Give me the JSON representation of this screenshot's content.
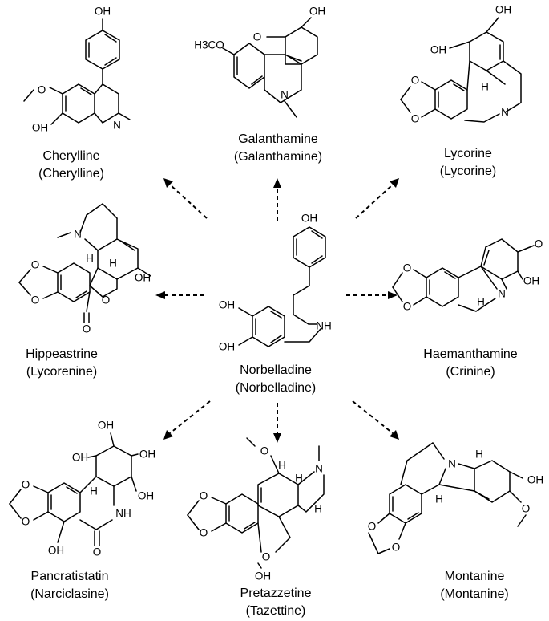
{
  "center": {
    "name": "Norbelladine",
    "type": "(Norbelladine)"
  },
  "compounds": [
    {
      "name": "Cherylline",
      "type": "(Cherylline)"
    },
    {
      "name": "Galanthamine",
      "type": "(Galanthamine)"
    },
    {
      "name": "Lycorine",
      "type": "(Lycorine)"
    },
    {
      "name": "Hippeastrine",
      "type": "(Lycorenine)"
    },
    {
      "name": "Haemanthamine",
      "type": "(Crinine)"
    },
    {
      "name": "Pancratistatin",
      "type": "(Narciclasine)"
    },
    {
      "name": "Pretazzetine",
      "type": "(Tazettine)"
    },
    {
      "name": "Montanine",
      "type": "(Montanine)"
    }
  ],
  "atom_labels": {
    "oh": "OH",
    "o": "O",
    "n": "N",
    "nh": "NH",
    "h": "H",
    "h3co": "H3CO"
  }
}
